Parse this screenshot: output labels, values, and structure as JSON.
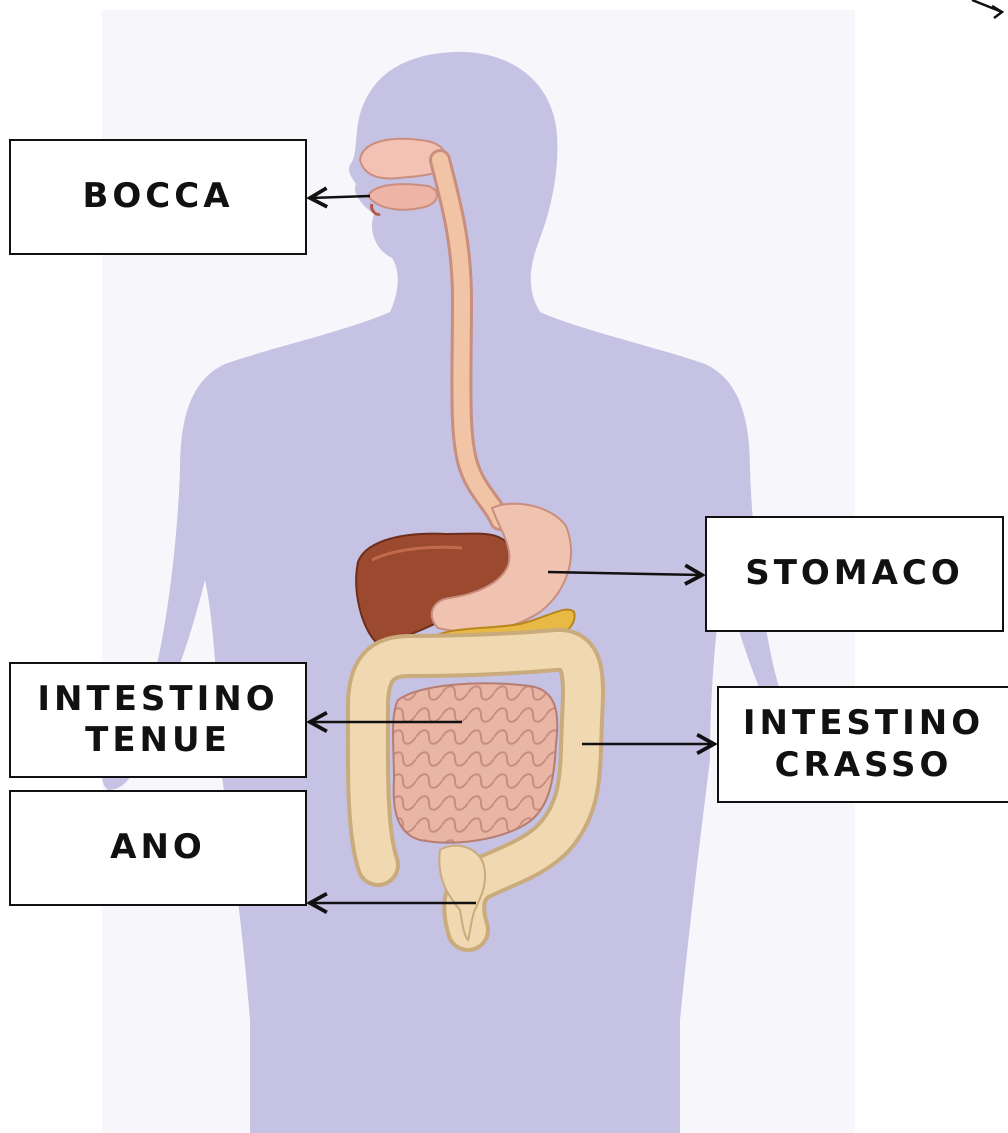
{
  "labels": {
    "bocca": "BOCCA",
    "stomaco": "STOMACO",
    "intestino_tenue": [
      "INTESTINO",
      "TENUE"
    ],
    "intestino_crasso": [
      "INTESTINO",
      "CRASSO"
    ],
    "ano": "ANO"
  },
  "colors": {
    "silhouette": "#c5c2e4",
    "esophagus": "#f0c4a4",
    "liver": "#9b4a30",
    "stomach": "#f0c3b0",
    "pancreas": "#e8b944",
    "small_intestine": "#e9b5a5",
    "large_intestine": "#f0d9b0"
  }
}
